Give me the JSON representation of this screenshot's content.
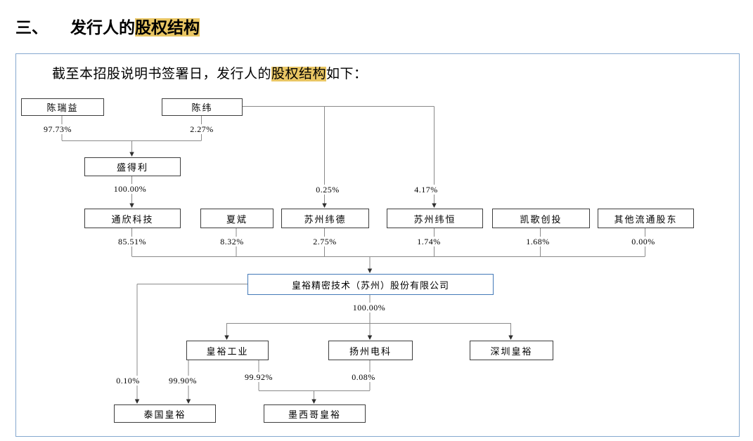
{
  "heading": {
    "prefix": "三、",
    "text": "发行人的",
    "highlight": "股权结构"
  },
  "intro": {
    "pre": "截至本招股说明书签署日，发行人的",
    "highlight": "股权结构",
    "post": "如下："
  },
  "colors": {
    "highlight": "#e9c664",
    "frame_border": "#85a8cf",
    "company_box_border": "#4379b8",
    "box_border": "#3d3d3d",
    "connector_line": "#8a8a8a"
  },
  "chart_data": {
    "type": "org-chart",
    "title": "发行人的股权结构",
    "nodes": [
      {
        "id": "chen_ruiyi",
        "label": "陈瑞益"
      },
      {
        "id": "chen_wei",
        "label": "陈纬"
      },
      {
        "id": "shengdeli",
        "label": "盛得利"
      },
      {
        "id": "tongxin_keji",
        "label": "通欣科技"
      },
      {
        "id": "xia_bin",
        "label": "夏斌"
      },
      {
        "id": "suzhou_weide",
        "label": "苏州纬德"
      },
      {
        "id": "suzhou_weiheng",
        "label": "苏州纬恒"
      },
      {
        "id": "kaige_chuangtou",
        "label": "凯歌创投"
      },
      {
        "id": "other_shareholders",
        "label": "其他流通股东"
      },
      {
        "id": "company",
        "label": "皇裕精密技术（苏州）股份有限公司"
      },
      {
        "id": "huangyu_gongye",
        "label": "皇裕工业"
      },
      {
        "id": "yangzhou_dianke",
        "label": "扬州电科"
      },
      {
        "id": "shenzhen_huangyu",
        "label": "深圳皇裕"
      },
      {
        "id": "thailand_huangyu",
        "label": "泰国皇裕"
      },
      {
        "id": "mexico_huangyu",
        "label": "墨西哥皇裕"
      }
    ],
    "edges": [
      {
        "from": "陈瑞益",
        "to": "盛得利",
        "pct": "97.73%"
      },
      {
        "from": "陈纬",
        "to": "盛得利",
        "pct": "2.27%"
      },
      {
        "from": "盛得利",
        "to": "通欣科技",
        "pct": "100.00%"
      },
      {
        "from": "陈纬",
        "to": "苏州纬德",
        "pct": "0.25%"
      },
      {
        "from": "陈纬",
        "to": "苏州纬恒",
        "pct": "4.17%"
      },
      {
        "from": "通欣科技",
        "to": "皇裕精密技术（苏州）股份有限公司",
        "pct": "85.51%"
      },
      {
        "from": "夏斌",
        "to": "皇裕精密技术（苏州）股份有限公司",
        "pct": "8.32%"
      },
      {
        "from": "苏州纬德",
        "to": "皇裕精密技术（苏州）股份有限公司",
        "pct": "2.75%"
      },
      {
        "from": "苏州纬恒",
        "to": "皇裕精密技术（苏州）股份有限公司",
        "pct": "1.74%"
      },
      {
        "from": "凯歌创投",
        "to": "皇裕精密技术（苏州）股份有限公司",
        "pct": "1.68%"
      },
      {
        "from": "其他流通股东",
        "to": "皇裕精密技术（苏州）股份有限公司",
        "pct": "0.00%"
      },
      {
        "from": "皇裕精密技术（苏州）股份有限公司",
        "to": "皇裕工业、扬州电科、深圳皇裕",
        "pct": "100.00%"
      },
      {
        "from": "皇裕精密技术（苏州）股份有限公司",
        "to": "泰国皇裕",
        "pct": "0.10%"
      },
      {
        "from": "皇裕工业",
        "to": "泰国皇裕",
        "pct": "99.90%"
      },
      {
        "from": "皇裕工业",
        "to": "墨西哥皇裕",
        "pct": "99.92%"
      },
      {
        "from": "扬州电科",
        "to": "墨西哥皇裕",
        "pct": "0.08%"
      }
    ]
  }
}
